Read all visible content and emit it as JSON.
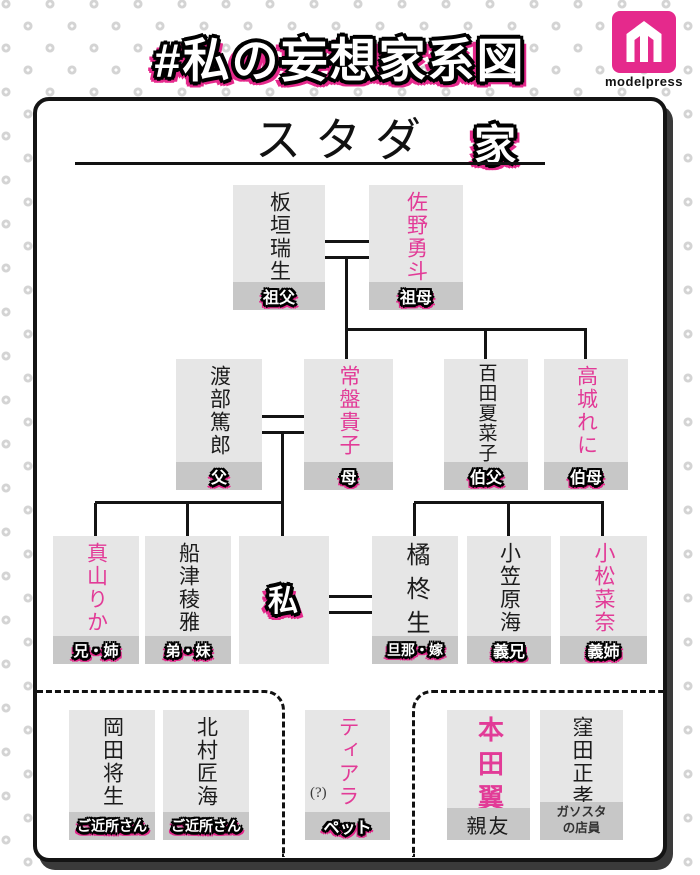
{
  "title": "#私の妄想家系図",
  "brand": "modelpress",
  "family": {
    "name": "スタダ",
    "suffix": "家"
  },
  "colors": {
    "pink": "#e5298c",
    "pinkName": "#e23b97",
    "boxBg": "#e6e6e6",
    "stripBg": "#c7c7c7",
    "line": "#141414"
  },
  "people": {
    "itagaki": {
      "name": "板垣瑞生",
      "label": "祖父"
    },
    "sano": {
      "name": "佐野勇斗",
      "label": "祖母"
    },
    "watabe": {
      "name": "渡部篤郎",
      "label": "父"
    },
    "tokiwa": {
      "name": "常盤貴子",
      "label": "母"
    },
    "momota": {
      "name": "百田夏菜子",
      "label": "伯父"
    },
    "takagi": {
      "name": "高城れに",
      "label": "伯母"
    },
    "mayama": {
      "name": "真山りか",
      "label": "兄・姉"
    },
    "funatsu": {
      "name": "船津稜雅",
      "label": "弟・妹"
    },
    "watashi": {
      "name": "私"
    },
    "tachibana": {
      "name": "橘柊生",
      "label": "旦那・嫁"
    },
    "ogasawara": {
      "name": "小笠原海",
      "label": "義兄"
    },
    "komatsu": {
      "name": "小松菜奈",
      "label": "義姉"
    },
    "okada": {
      "name": "岡田将生",
      "label": "ご近所さん"
    },
    "kitamura": {
      "name": "北村匠海",
      "label": "ご近所さん"
    },
    "tiara": {
      "name": "ティアラ",
      "prefix": "(?)",
      "label": "ペット"
    },
    "honda": {
      "name": "本田翼",
      "label": "親友"
    },
    "kubota": {
      "name": "窪田正孝",
      "label_lines": [
        "ガソスタ",
        "の店員"
      ]
    }
  }
}
